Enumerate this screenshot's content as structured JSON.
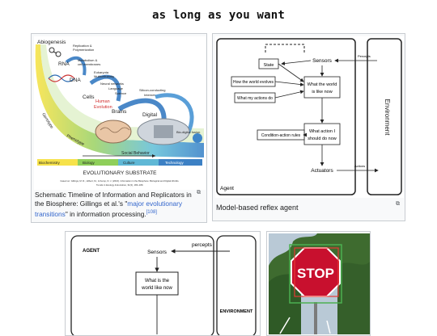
{
  "header": {
    "title": "as long as you want"
  },
  "fig1": {
    "labels": {
      "abiogenesis": "Abiogenesis",
      "replication": "Replication &",
      "polymerization": "Polymerization",
      "rna": "RNA",
      "metabolism": "Metabolism &",
      "cell_membranes": "cell membranes",
      "dna": "DNA",
      "eukaryota": "Eukaryota",
      "multicellularity": "Multicellularity",
      "neural_networks": "Neural networks",
      "language": "Language",
      "science": "Science",
      "cells": "Cells",
      "human_evolution_1": "Human",
      "human_evolution_2": "Evolution",
      "brains": "Brains",
      "silicon": "Silicon-conducting",
      "internet": "Internet",
      "digital": "Digital",
      "bio_digital": "Bio-digital fusion",
      "genotype": "Genotype",
      "phenotype": "Phenotype",
      "social_behavior": "Social Behavior",
      "biochemistry": "Biochemistry",
      "biology": "Biology",
      "culture": "Culture",
      "technology": "Technology",
      "substrate": "EVOLUTIONARY SUBSTRATE",
      "citation_1": "based on: Gillings, M. R., Hilbert, M., & Kemp, D. J. (2016). Information in the Biosphere: Biological and Digital Worlds.",
      "citation_2": "Trends in Ecology & Evolution, 31(3), 180–189."
    },
    "caption_1": "Schematic Timeline of Information and Replicators in the Biosphere: Gillings et al.'s \"",
    "caption_link": "major evolutionary transitions",
    "caption_2": "\" in information processing.",
    "ref": "[108]"
  },
  "fig2": {
    "labels": {
      "sensors": "Sensors",
      "percepts": "Percepts",
      "state": "State",
      "world_evolves": "How the world evolves",
      "world_now_1": "What the world",
      "world_now_2": "is like now",
      "actions_do": "What my actions do",
      "condition_action": "Condition-action rules",
      "action_do_1": "What action I",
      "action_do_2": "should do now",
      "actuators": "Actuators",
      "actions": "Actions",
      "environment": "Environment",
      "agent": "Agent"
    },
    "caption": "Model-based reflex agent"
  },
  "fig3": {
    "labels": {
      "agent": "AGENT",
      "sensors": "Sensors",
      "percepts": "percepts",
      "world_now_1": "What is the",
      "world_now_2": "world like now",
      "environment": "ENVIRONMENT"
    }
  },
  "fig4": {
    "sign": "STOP"
  },
  "colors": {
    "link": "#3366cc",
    "card_border": "#c8ccd1",
    "card_bg": "#f8f9fa"
  },
  "icons": {
    "enlarge": "enlarge-icon"
  }
}
